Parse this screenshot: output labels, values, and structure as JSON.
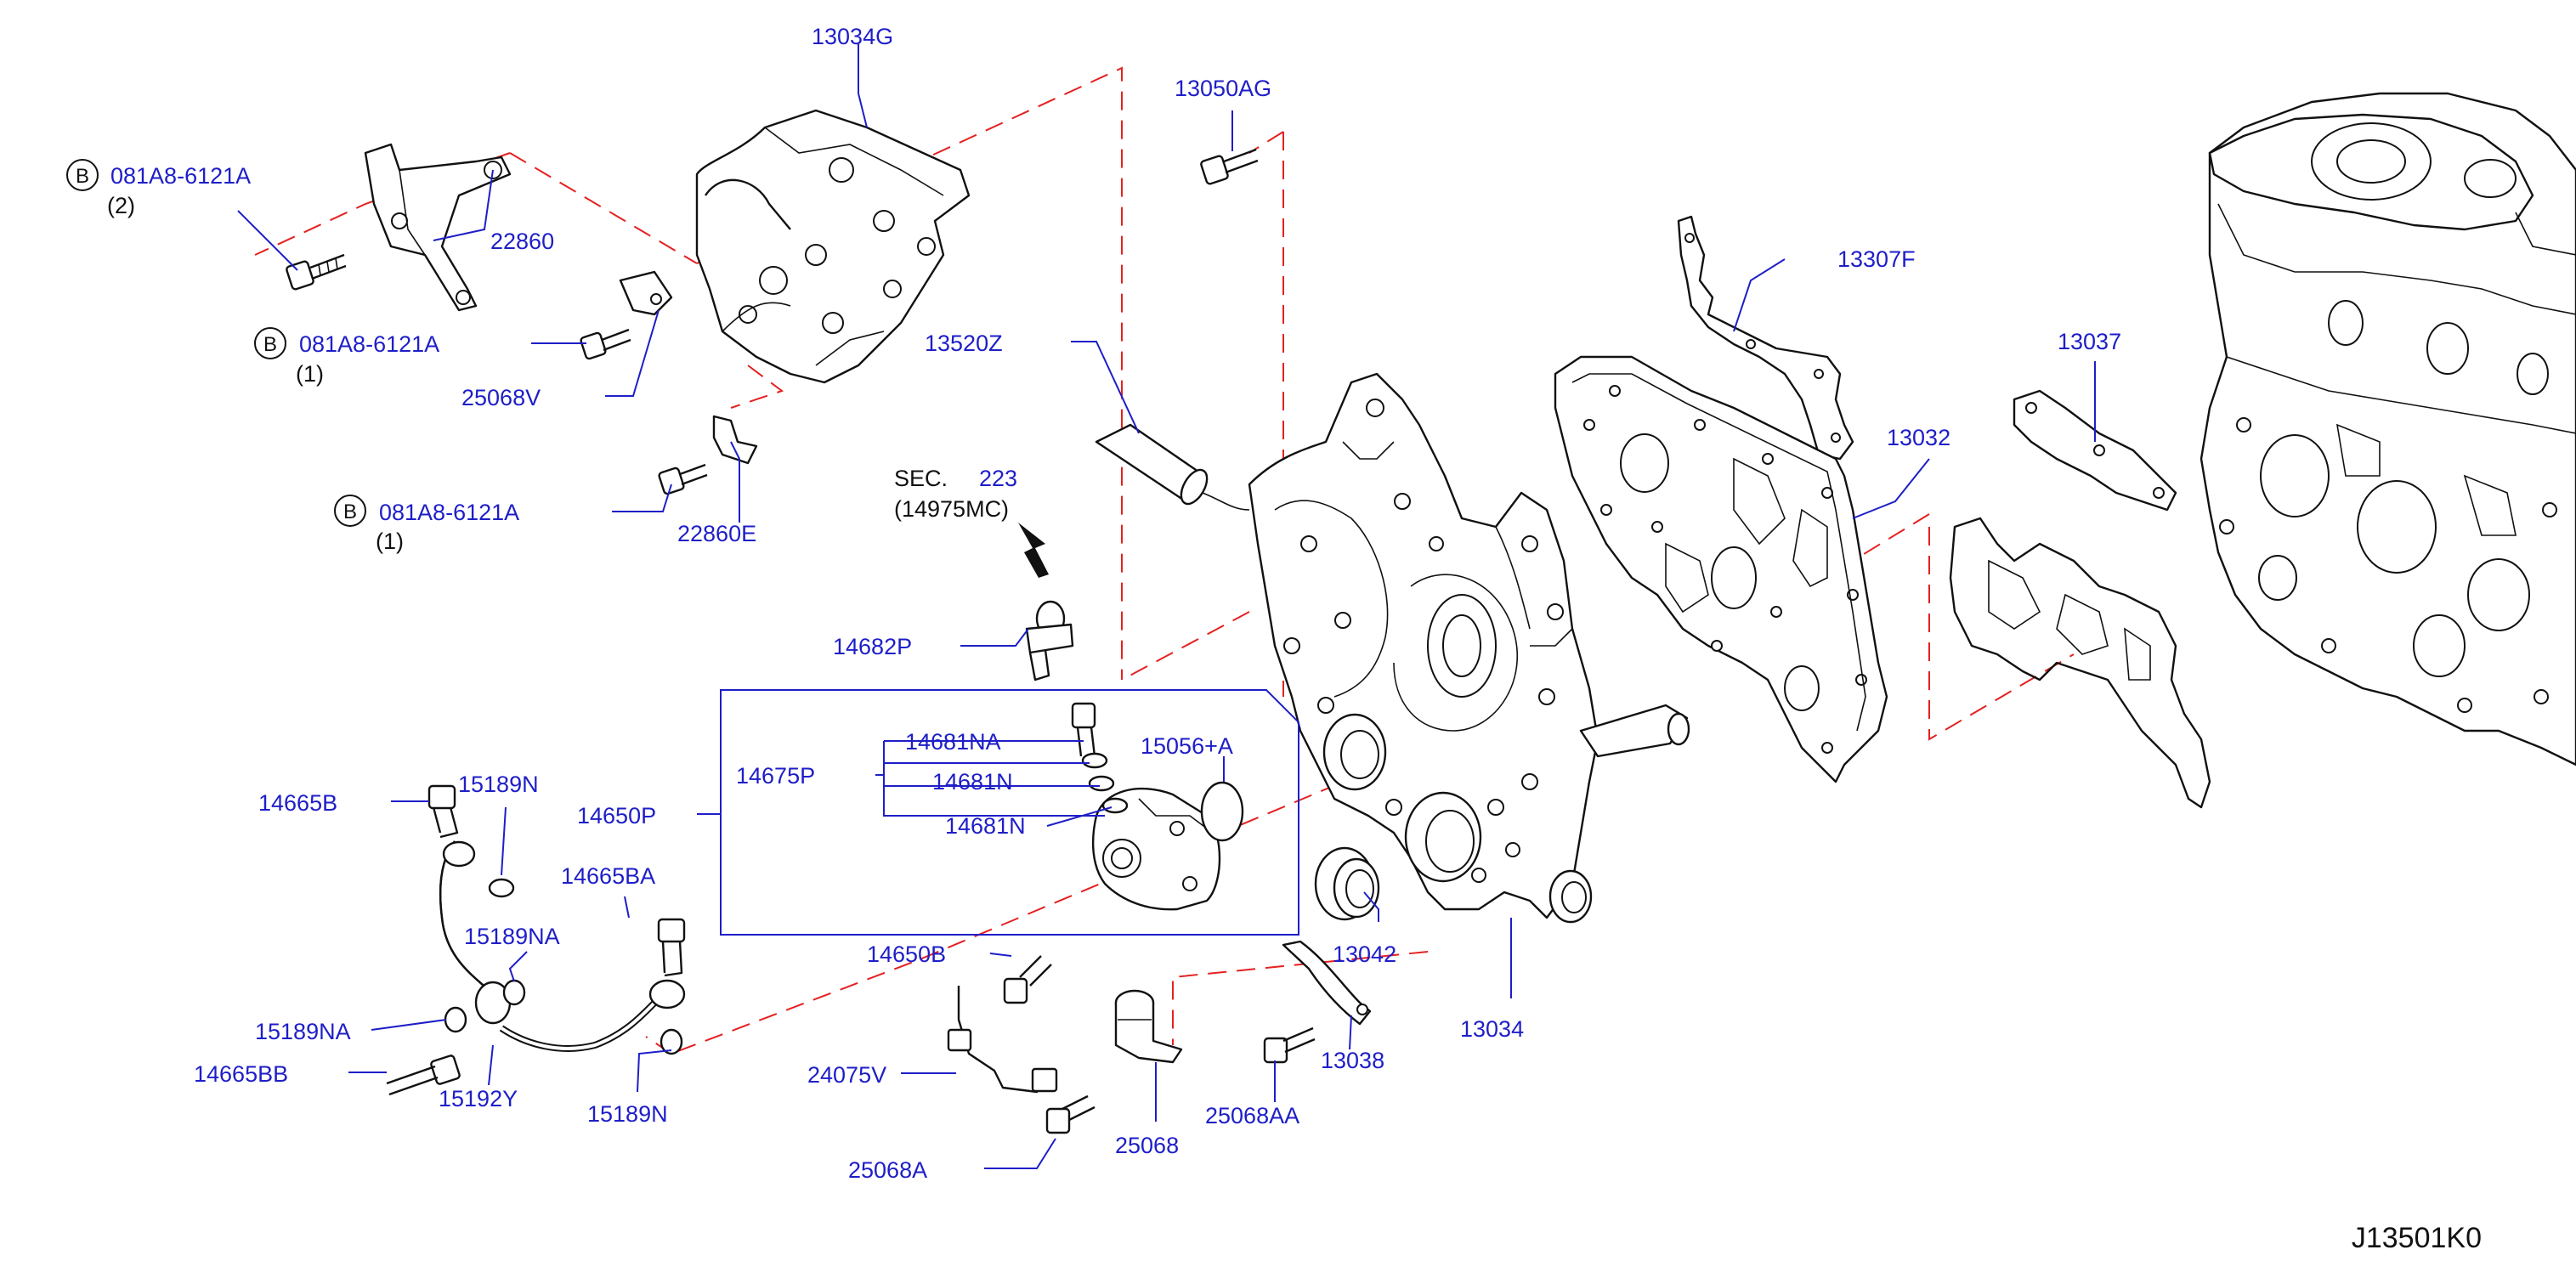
{
  "diagram_code": "J13501K0",
  "colors": {
    "label": "#1e1ec8",
    "dash": "#e52020",
    "line": "#111111",
    "background": "#ffffff"
  },
  "sec_ref": {
    "prefix": "SEC.",
    "number": "223",
    "code": "(14975MC)"
  },
  "bolt_refs": [
    {
      "badge": "B",
      "part": "081A8-6121A",
      "qty": "(2)"
    },
    {
      "badge": "B",
      "part": "081A8-6121A",
      "qty": "(1)"
    },
    {
      "badge": "B",
      "part": "081A8-6121A",
      "qty": "(1)"
    }
  ],
  "labels": {
    "p13034G": "13034G",
    "p13050AG": "13050AG",
    "p22860": "22860",
    "p25068V": "25068V",
    "p22860E": "22860E",
    "p13520Z": "13520Z",
    "p13307F": "13307F",
    "p13037": "13037",
    "p13032": "13032",
    "p14682P": "14682P",
    "p14681NA": "14681NA",
    "p14675P": "14675P",
    "p14681N_a": "14681N",
    "p14681N_b": "14681N",
    "p15056A": "15056+A",
    "p14650P": "14650P",
    "p14665B": "14665B",
    "p15189N_a": "15189N",
    "p14665BA": "14665BA",
    "p15189NA_a": "15189NA",
    "p15189NA_b": "15189NA",
    "p14665BB": "14665BB",
    "p15192Y": "15192Y",
    "p15189N_b": "15189N",
    "p14650B": "14650B",
    "p24075V": "24075V",
    "p25068": "25068",
    "p25068A": "25068A",
    "p25068AA": "25068AA",
    "p13038": "13038",
    "p13042": "13042",
    "p13034": "13034"
  }
}
